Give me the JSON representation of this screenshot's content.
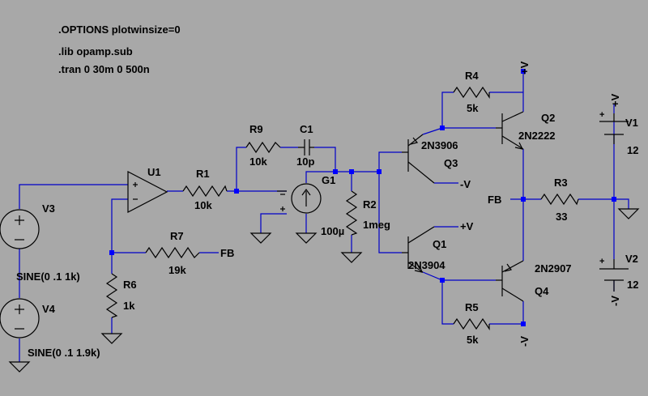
{
  "directives": {
    "options": ".OPTIONS plotwinsize=0",
    "lib": ".lib opamp.sub",
    "tran": ".tran 0 30m 0 500n"
  },
  "components": {
    "u1": {
      "ref": "U1"
    },
    "r1": {
      "ref": "R1",
      "value": "10k"
    },
    "r9": {
      "ref": "R9",
      "value": "10k"
    },
    "c1": {
      "ref": "C1",
      "value": "10p"
    },
    "g1": {
      "ref": "G1"
    },
    "r2": {
      "ref": "R2",
      "value": "1meg"
    },
    "g1_value": "100µ",
    "r7": {
      "ref": "R7",
      "value": "19k"
    },
    "r6": {
      "ref": "R6",
      "value": "1k"
    },
    "v3": {
      "ref": "V3",
      "value": "SINE(0 .1 1k)"
    },
    "v4": {
      "ref": "V4",
      "value": "SINE(0 .1 1.9k)"
    },
    "q1": {
      "ref": "Q1",
      "model": "2N3904"
    },
    "q2": {
      "ref": "Q2",
      "model": "2N2222"
    },
    "q3": {
      "ref": "Q3",
      "model": "2N3906"
    },
    "q4": {
      "ref": "Q4",
      "model": "2N2907"
    },
    "r3": {
      "ref": "R3",
      "value": "33"
    },
    "r4": {
      "ref": "R4",
      "value": "5k"
    },
    "r5": {
      "ref": "R5",
      "value": "5k"
    },
    "v1": {
      "ref": "V1",
      "value": "12"
    },
    "v2": {
      "ref": "V2",
      "value": "12"
    }
  },
  "nets": {
    "fb": "FB",
    "vplus": "+V",
    "vminus": "-V"
  },
  "colors": {
    "background": "#a8a8a8",
    "wire": "#0000c8",
    "junction": "#0000ff",
    "component": "#000000"
  }
}
